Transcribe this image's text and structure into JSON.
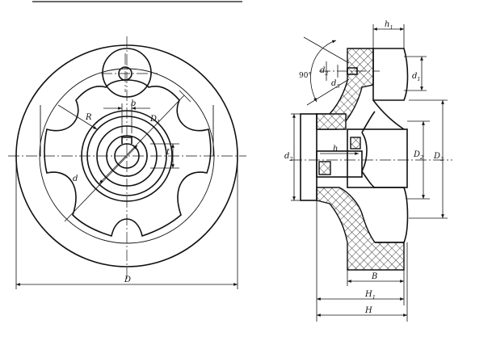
{
  "labels": {
    "R": "R",
    "b": "b",
    "D1_base": "D",
    "D1_sub": "1",
    "t": "t",
    "d": "d",
    "D": "D",
    "h1_base": "h",
    "h1_sub": "1",
    "angle": "90°",
    "d2_base": "d",
    "d2_sub": "2",
    "d3_base": "d",
    "d3_sub": "3",
    "d1_base": "d",
    "d1_sub": "1",
    "h": "h",
    "D2_base": "D",
    "D2_sub": "2",
    "D3_base": "D",
    "D3_sub": "3",
    "B": "B",
    "H1_base": "H",
    "H1_sub": "1",
    "H": "H"
  }
}
